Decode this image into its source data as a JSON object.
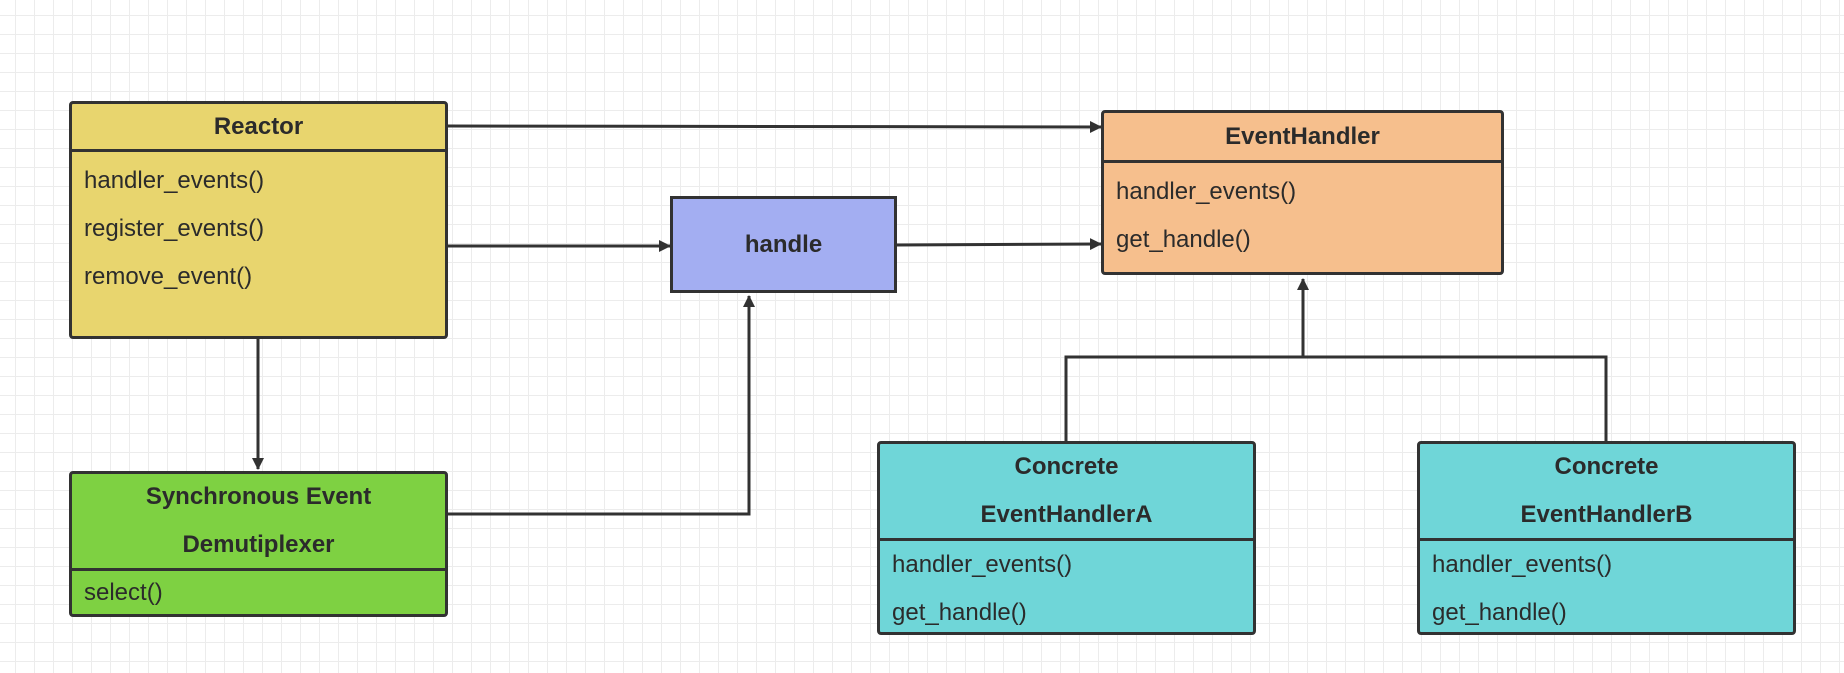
{
  "colors": {
    "reactor": "#e8d56e",
    "handle": "#a3aef2",
    "event_handler": "#f6bf8d",
    "demultiplexer": "#7ed142",
    "concrete": "#6fd6d8",
    "line": "#323232"
  },
  "reactor": {
    "title": "Reactor",
    "methods": [
      "handler_events()",
      "register_events()",
      "remove_event()"
    ]
  },
  "handle": {
    "title": "handle"
  },
  "event_handler": {
    "title": "EventHandler",
    "methods": [
      "handler_events()",
      "get_handle()"
    ]
  },
  "demultiplexer": {
    "title_lines": [
      "Synchronous Event",
      "Demutiplexer"
    ],
    "methods": [
      "select()"
    ]
  },
  "concrete_a": {
    "title_lines": [
      "Concrete",
      "EventHandlerA"
    ],
    "methods": [
      "handler_events()",
      "get_handle()"
    ]
  },
  "concrete_b": {
    "title_lines": [
      "Concrete",
      "EventHandlerB"
    ],
    "methods": [
      "handler_events()",
      "get_handle()"
    ]
  }
}
